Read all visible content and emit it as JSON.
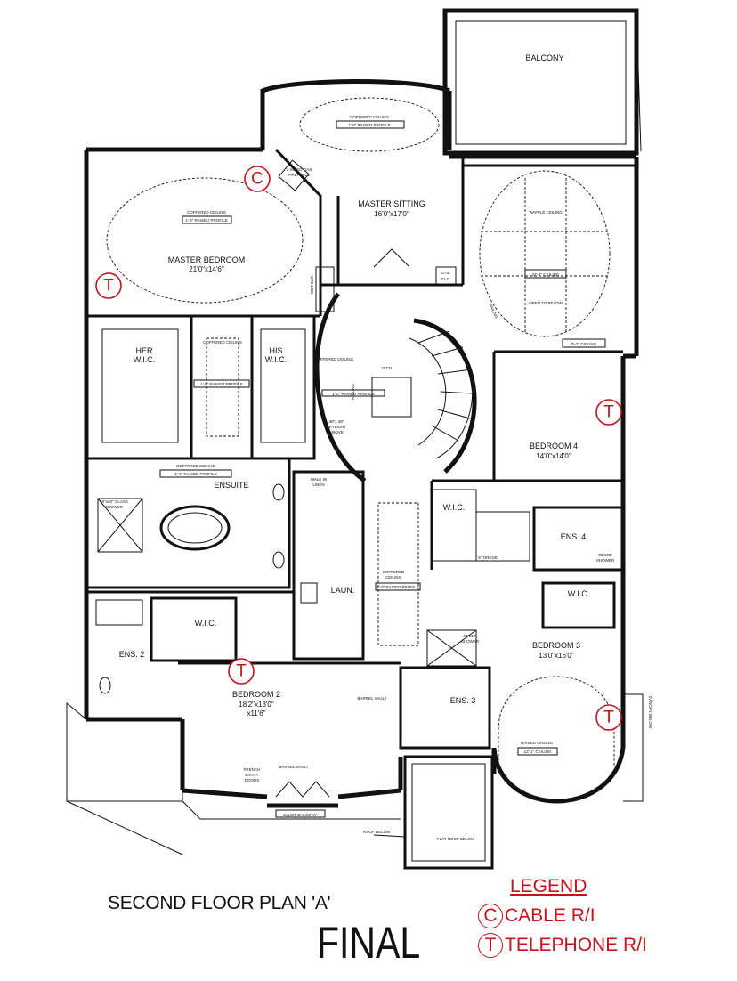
{
  "rooms": {
    "balcony": "BALCONY",
    "master_sitting": "MASTER SITTING",
    "master_sitting_dim": "16'0\"x17'0\"",
    "master_bedroom": "MASTER BEDROOM",
    "master_bedroom_dim": "21'0\"x14'6\"",
    "her_wic_1": "HER",
    "her_wic_2": "W.I.C.",
    "his_wic_1": "HIS",
    "his_wic_2": "W.I.C.",
    "ensuite": "ENSUITE",
    "bedroom4": "BEDROOM 4",
    "bedroom4_dim": "14'0\"x14'0\"",
    "wic_b4": "W.I.C.",
    "ens4": "ENS. 4",
    "laun": "LAUN.",
    "wic_b2": "W.I.C.",
    "ens2": "ENS. 2",
    "bedroom2": "BEDROOM 2",
    "bedroom2_dim1": "18'2\"x13'0\"",
    "bedroom2_dim2": "x11'6\"",
    "ens3": "ENS. 3",
    "bedroom3": "BEDROOM 3",
    "bedroom3_dim": "13'0\"x16'0\"",
    "wic_b3": "W.I.C."
  },
  "notes": {
    "coffered_1": "COFFERED CEILING",
    "raised_1": "1'-0\" RAISED PROFILE",
    "coffered_2": "COFFERED CEILING",
    "raised_2": "1'-0\" RAISED PROFILE",
    "waffle": "WAFFLE CEILING",
    "ceil_22": "22'-2\" CEILING",
    "open_below": "OPEN TO BELOW",
    "ceil_9": "9'-2\" CEILING",
    "coffered_3": "COFFERED CEILING",
    "raised_3": "1'-0\" RAISED PROFILE",
    "coffered_4": "COFFERED CEILING",
    "raised_4": "1'-0\" RAISED PROFILE",
    "otb": "O.T.B.",
    "skylight_1": "48\"x 48\"",
    "skylight_2": "SKYLIGHT",
    "skylight_3": "ABOVE",
    "railing_1": "RAILING",
    "railing_2": "RAILING",
    "coffered_5": "COFFERED CEILING",
    "raised_5": "1'-0\" RAISED PROFILE",
    "glass_shower_1": "60\"x60\" GLASS",
    "glass_shower_2": "SHOWER",
    "walk_in_linen_1": "WALK IN",
    "walk_in_linen_2": "LINEN",
    "coffered_6": "COFFERED",
    "coffered_6b": "CEILING",
    "raised_6": "1'-0\" RAISED PROFILE",
    "storage": "STORAGE",
    "wet_bar": "WET BAR",
    "util_1": "UTIL.",
    "util_2": "CLG.",
    "shower_1": "42\"x42\"",
    "shower_2": "SHOWER",
    "shower4_1": "36\"x36\"",
    "shower4_2": "SHOWER",
    "barrel_vault_1": "BARREL VAULT",
    "barrel_vault_2": "BARREL VAULT",
    "raised_ceiling": "RAISED CEILING",
    "ceil_12": "12'-1\" CEILING",
    "french_1": "FRENCH",
    "french_2": "ENTRY",
    "french_3": "DOORS",
    "juliet": "JULIET BALCONY",
    "roof_below": "ROOF BELOW",
    "flat_roof": "FLAT ROOF BELOW",
    "canopy_below": "CANOPY BELOW",
    "fireplace_1": "2-SIDED GAS",
    "fireplace_2": "FIREPLACE"
  },
  "markers": [
    {
      "id": "cable-master",
      "letter": "C",
      "color": "#c0161c"
    },
    {
      "id": "tel-master",
      "letter": "T",
      "color": "#c0161c"
    },
    {
      "id": "tel-bedroom4",
      "letter": "T",
      "color": "#c0161c"
    },
    {
      "id": "tel-bedroom2",
      "letter": "T",
      "color": "#c0161c"
    },
    {
      "id": "tel-bedroom3",
      "letter": "T",
      "color": "#c0161c"
    }
  ],
  "title": "SECOND FLOOR PLAN  'A'",
  "stamp": "FINAL",
  "legend": {
    "title": "LEGEND",
    "items": [
      {
        "symbol": "C",
        "label": "CABLE R/I"
      },
      {
        "symbol": "T",
        "label": "TELEPHONE R/I"
      }
    ]
  },
  "colors": {
    "accent": "#c0161c",
    "ink": "#111111"
  }
}
